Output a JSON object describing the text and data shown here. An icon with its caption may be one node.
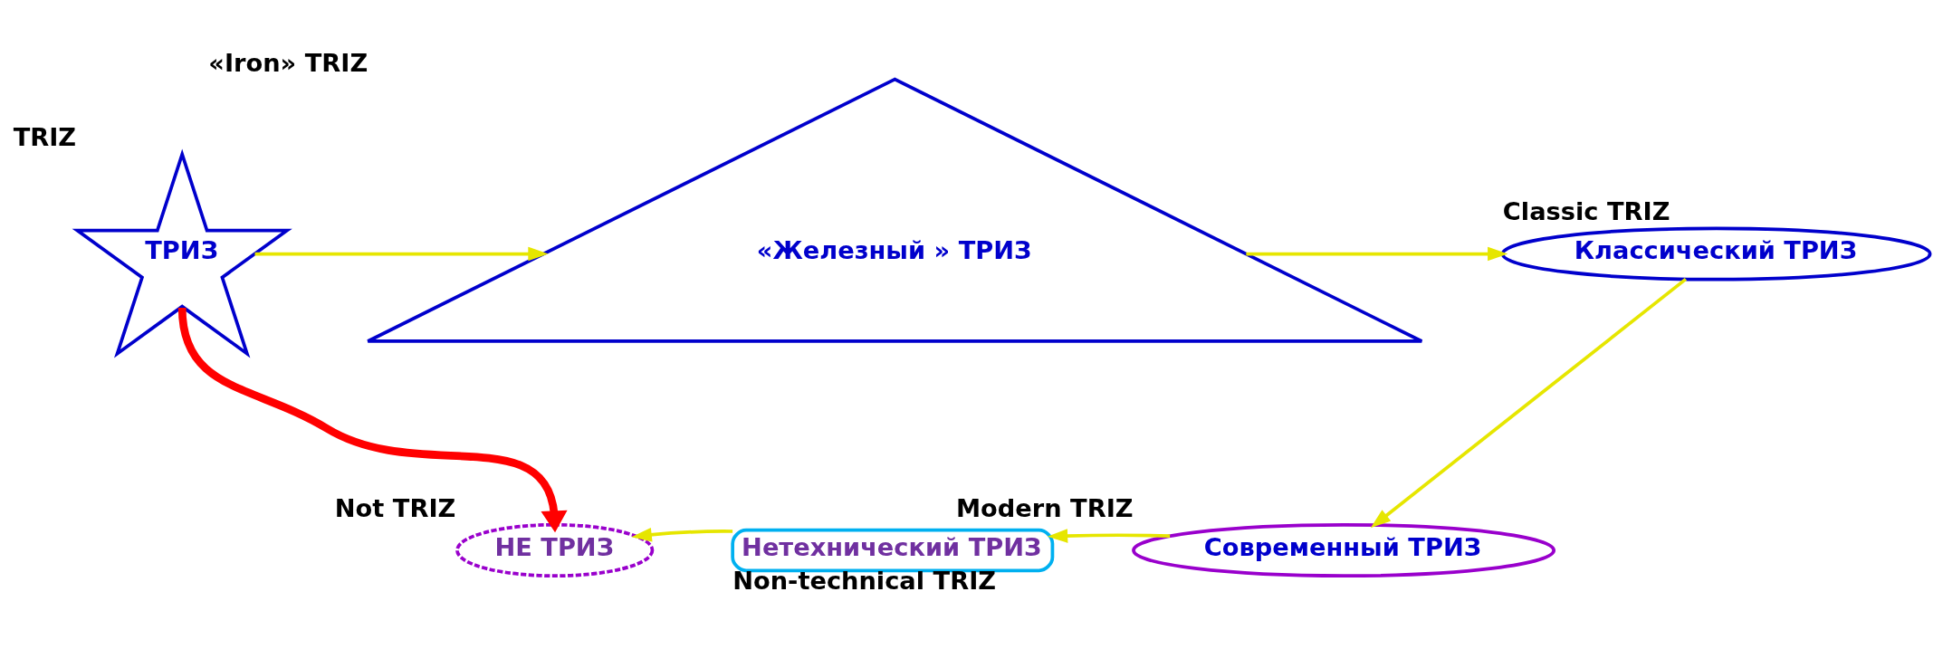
{
  "diagram": {
    "nodes": [
      {
        "text": [
          "ТРИЗ"
        ],
        "beside": [
          "TRIZ"
        ]
      },
      {
        "text": [
          "«Железный » ТРИЗ"
        ],
        "beside": [
          "«Iron» TRIZ"
        ]
      },
      {
        "text": [
          "Классический ТРИЗ"
        ],
        "beside": [
          "Classic TRIZ"
        ]
      },
      {
        "text": [
          "Современный ТРИЗ"
        ],
        "beside": [
          "Modern TRIZ"
        ]
      },
      {
        "text": [
          "Нетехнический ТРИЗ"
        ],
        "beside": [
          "Non-technical TRIZ"
        ]
      },
      {
        "text": [
          "НЕ ТРИЗ"
        ],
        "beside": [
          "Not TRIZ"
        ]
      }
    ],
    "edges": [
      {
        "from": 0,
        "to": 1,
        "arrow": "to"
      },
      {
        "from": 1,
        "to": 2,
        "arrow": "to"
      },
      {
        "from": 2,
        "to": 3,
        "arrow": "to"
      },
      {
        "from": 3,
        "to": 4,
        "arrow": "to"
      },
      {
        "from": 4,
        "to": 5,
        "arrow": "to"
      },
      {
        "from": 0,
        "to": 5,
        "arrow": "to",
        "color": "#ff0000",
        "style": "thick"
      }
    ]
  }
}
